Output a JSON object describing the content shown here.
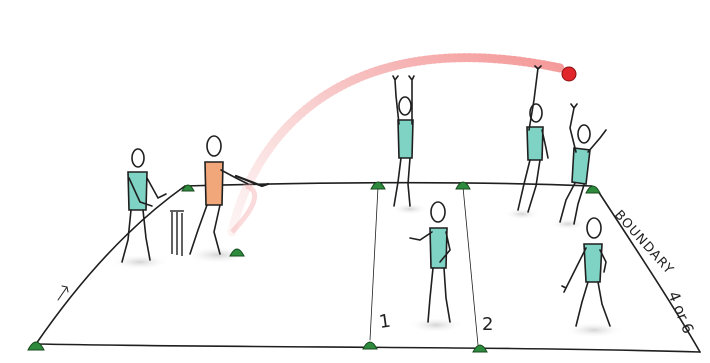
{
  "illustration": {
    "labels": {
      "boundary": "BOUNDARY",
      "runs": "4 or 6",
      "zone_1": "1",
      "zone_2": "2"
    },
    "colors": {
      "background": "#ffffff",
      "ink": "#1f1f1f",
      "shirt_teal": "#7fd3c4",
      "shirt_orange": "#f2a77a",
      "cone_green": "#2e8b3d",
      "ball_red": "#e0262a",
      "trail_red": "#f2a3a3",
      "shadow": "#d8d8d8"
    }
  }
}
